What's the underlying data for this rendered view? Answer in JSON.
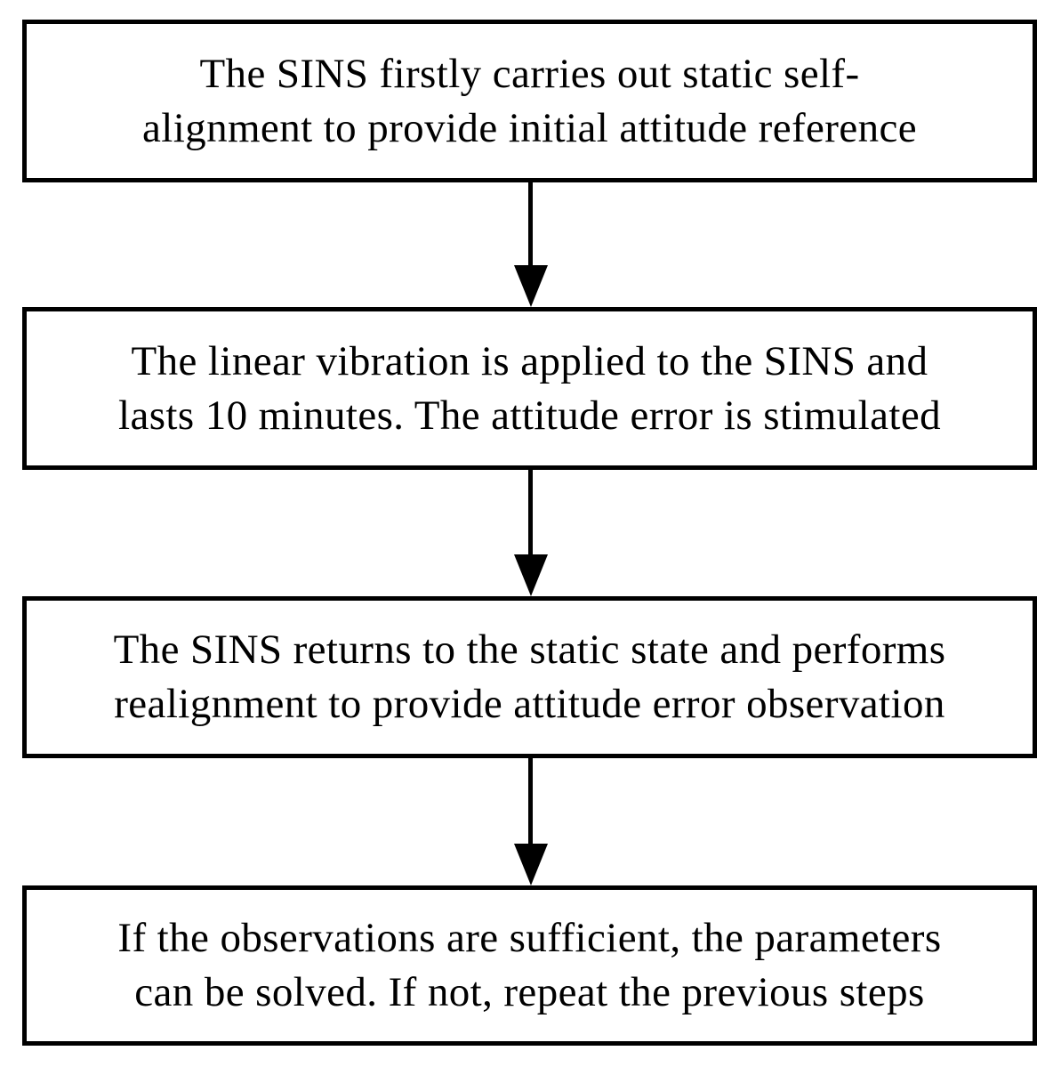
{
  "diagram": {
    "type": "flowchart",
    "background_color": "#ffffff",
    "line_color": "#000000",
    "text_color": "#000000",
    "steps": [
      {
        "id": 1,
        "text": "The SINS firstly carries out static self-alignment to provide initial attitude reference",
        "lines": [
          "The SINS firstly carries out static self-",
          "alignment to provide initial attitude reference"
        ]
      },
      {
        "id": 2,
        "text": "The linear vibration is applied to the SINS and lasts 10 minutes. The attitude error is stimulated",
        "lines": [
          "The linear vibration is applied to the SINS and",
          "lasts 10 minutes. The attitude error is stimulated"
        ]
      },
      {
        "id": 3,
        "text": "The SINS returns to the static state and performs realignment to provide attitude error observation",
        "lines": [
          "The SINS returns to the static state and performs",
          "realignment to provide attitude error observation"
        ]
      },
      {
        "id": 4,
        "text": "If the observations are sufficient, the parameters can be solved. If not, repeat the previous steps",
        "lines": [
          "If the observations are sufficient, the parameters",
          "can be solved. If not, repeat the previous steps"
        ]
      }
    ],
    "connectors": [
      {
        "from": 1,
        "to": 2,
        "type": "arrow-down"
      },
      {
        "from": 2,
        "to": 3,
        "type": "arrow-down"
      },
      {
        "from": 3,
        "to": 4,
        "type": "arrow-down"
      }
    ]
  }
}
